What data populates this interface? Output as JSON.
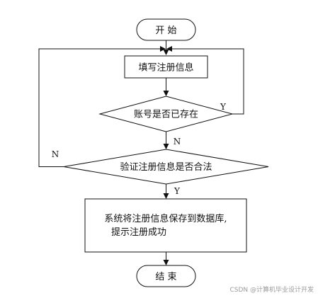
{
  "flowchart": {
    "start": {
      "label": "开 始"
    },
    "fill_info": {
      "label": "填写注册信息"
    },
    "account_exists": {
      "label": "账号是否已存在",
      "yes_label": "Y",
      "no_label": "N"
    },
    "validate_info": {
      "label": "验证注册信息是否合法",
      "yes_label": "Y",
      "no_label": "N"
    },
    "save_info": {
      "line1": "系统将注册信息保存到数据库,",
      "line2": "提示注册成功"
    },
    "end": {
      "label": "结 束"
    }
  },
  "watermark": {
    "text": "CSDN @计算机毕业设计开发"
  }
}
